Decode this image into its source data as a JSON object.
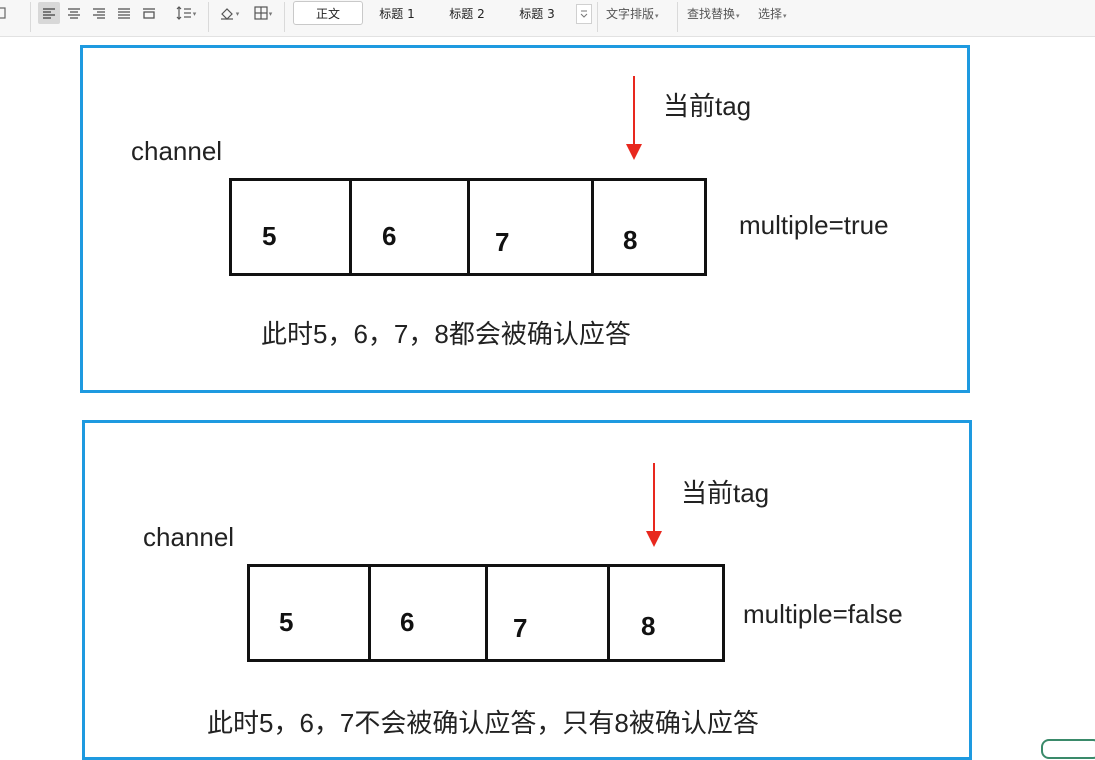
{
  "toolbar": {
    "icons": [
      "clear-format-icon",
      "align-left-icon",
      "align-center-icon",
      "align-right-icon",
      "justify-icon",
      "distributed-align-icon",
      "line-spacing-icon",
      "shading-icon",
      "border-icon"
    ],
    "styles": [
      {
        "label": "正文",
        "selected": true
      },
      {
        "label": "标题 1",
        "selected": false
      },
      {
        "label": "标题 2",
        "selected": false
      },
      {
        "label": "标题 3",
        "selected": false
      }
    ],
    "text_layout": "文字排版",
    "find_replace": "查找替换",
    "select": "选择"
  },
  "diagrams": [
    {
      "channel_label": "channel",
      "tag_label": "当前tag",
      "cells": [
        "5",
        "6",
        "7",
        "8"
      ],
      "multiple_label": "multiple=true",
      "caption": "此时5，6，7，8都会被确认应答",
      "border_color": "#1e9ae0",
      "arrow_color": "#e8281e"
    },
    {
      "channel_label": "channel",
      "tag_label": "当前tag",
      "cells": [
        "5",
        "6",
        "7",
        "8"
      ],
      "multiple_label": "multiple=false",
      "caption": "此时5，6，7不会被确认应答，只有8被确认应答",
      "border_color": "#1e9ae0",
      "arrow_color": "#e8281e"
    }
  ]
}
